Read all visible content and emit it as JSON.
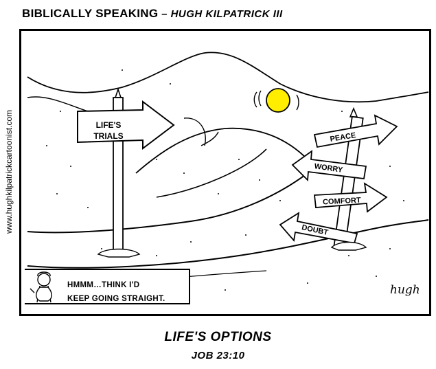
{
  "header": {
    "title": "BIBLICALLY SPEAKING",
    "dash": " – ",
    "author": "HUGH KILPATRICK III"
  },
  "side_url": "www.hughkilpatrickcartoonist.com",
  "signs": {
    "trials_line1": "LIFE'S",
    "trials_line2": "TRIALS",
    "peace": "PEACE",
    "worry": "WORRY",
    "comfort": "COMFORT",
    "doubt": "DOUBT"
  },
  "bubble": {
    "line1": "HMMM…THINK I'D",
    "line2": "KEEP GOING STRAIGHT."
  },
  "signature": "hugh",
  "caption": {
    "title": "LIFE'S OPTIONS",
    "reference": "JOB 23:10"
  },
  "colors": {
    "sun": "#ffee00",
    "ink": "#000000",
    "paper": "#ffffff"
  }
}
